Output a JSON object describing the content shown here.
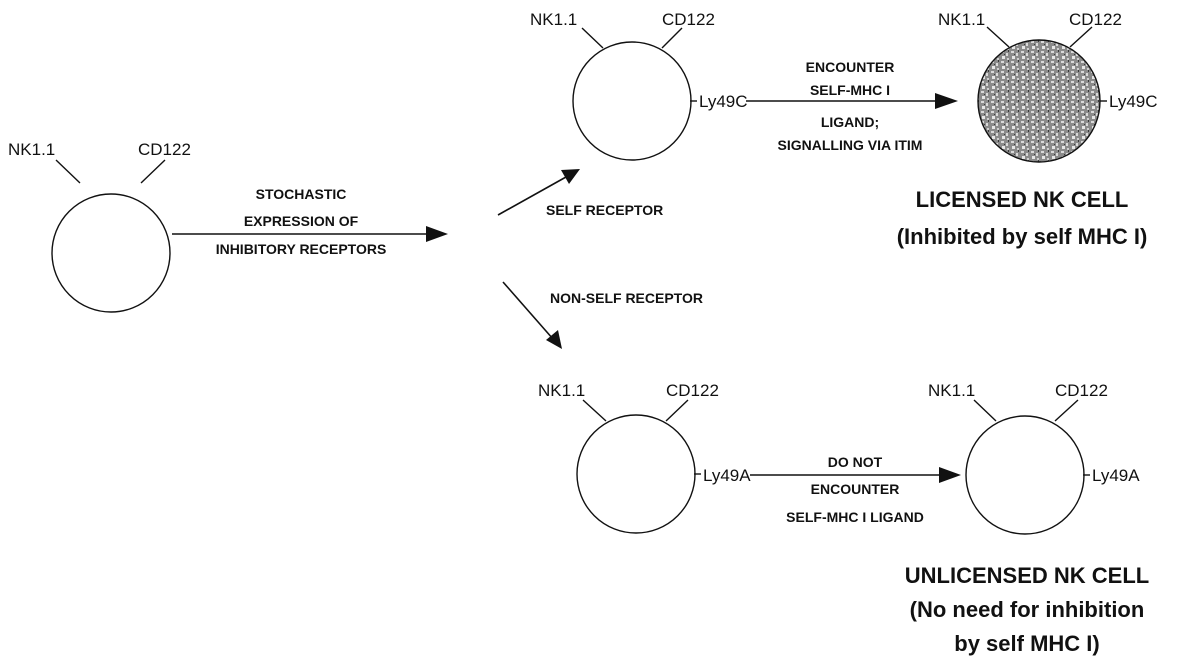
{
  "markers": {
    "nk": "NK1.1",
    "cd": "CD122",
    "ly49c": "Ly49C",
    "ly49a": "Ly49A"
  },
  "steps": {
    "stochastic": [
      "STOCHASTIC",
      "EXPRESSION OF",
      "INHIBITORY RECEPTORS"
    ],
    "self_receptor": "SELF RECEPTOR",
    "nonself_receptor": "NON-SELF RECEPTOR",
    "encounter": [
      "ENCOUNTER",
      "SELF-MHC I",
      "LIGAND;",
      "SIGNALLING VIA ITIM"
    ],
    "no_encounter": [
      "DO NOT",
      "ENCOUNTER",
      "SELF-MHC I LIGAND"
    ]
  },
  "outcomes": {
    "licensed": [
      "LICENSED NK CELL",
      "(Inhibited by self MHC I)"
    ],
    "unlicensed": [
      "UNLICENSED NK CELL",
      "(No need for inhibition",
      "by self MHC I)"
    ]
  },
  "colors": {
    "ink": "#111111",
    "licensed_fill": "#8a8a8a",
    "licensed_speckle": "#d9d9d9"
  }
}
